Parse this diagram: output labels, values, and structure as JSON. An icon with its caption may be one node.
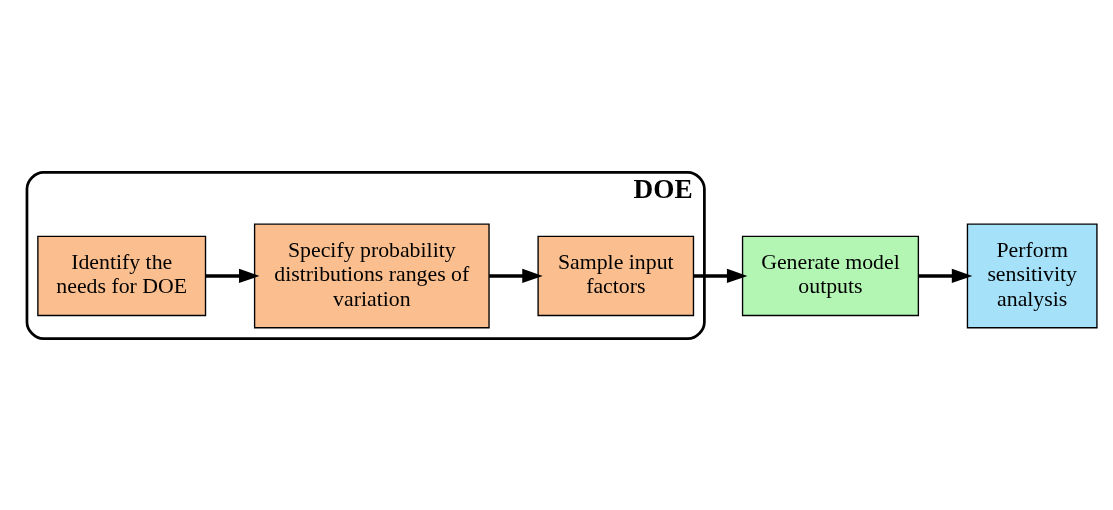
{
  "diagram": {
    "nodes": [
      {
        "text": [
          "DOE"
        ]
      },
      {
        "text": [
          "Identify the needs for DOE"
        ],
        "in": 0
      },
      {
        "text": [
          "Specify probability distributions ranges of variation"
        ],
        "in": 0
      },
      {
        "text": [
          "Sample input factors"
        ],
        "in": 0
      },
      {
        "text": [
          "Generate model outputs"
        ]
      },
      {
        "text": [
          "Perform sensitivity analysis"
        ]
      }
    ],
    "edges": [
      {
        "from": 1,
        "to": 2,
        "arrow": "to"
      },
      {
        "from": 2,
        "to": 3,
        "arrow": "to"
      },
      {
        "from": 3,
        "to": 4,
        "arrow": "to"
      },
      {
        "from": 4,
        "to": 5,
        "arrow": "to"
      }
    ]
  }
}
